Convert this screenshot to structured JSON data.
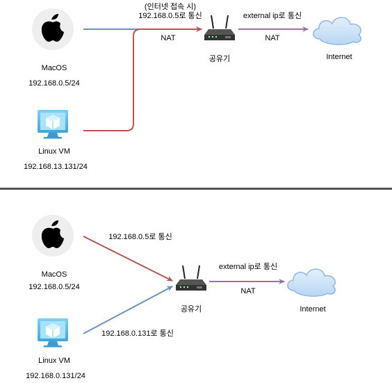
{
  "top": {
    "mac": {
      "icon": "apple-icon",
      "name": "MacOS",
      "ip": "192.168.0.5/24"
    },
    "vm": {
      "icon": "virtual-machine-icon",
      "name": "Linux VM",
      "ip": "192.168.13.131/24"
    },
    "router": {
      "icon": "router-icon",
      "name": "공유기"
    },
    "internet": {
      "icon": "cloud-icon",
      "name": "Internet"
    },
    "label_access": "(인터넷 접속 시)",
    "label_mac_comm": "192.168.0.5로 통신",
    "label_nat_left": "NAT",
    "label_external": "external ip로 통신",
    "label_nat_right": "NAT"
  },
  "bottom": {
    "mac": {
      "icon": "apple-icon",
      "name": "MacOS",
      "ip": "192.168.0.5/24"
    },
    "vm": {
      "icon": "virtual-machine-icon",
      "name": "Linux VM",
      "ip": "192.168.0.131/24"
    },
    "router": {
      "icon": "router-icon",
      "name": "공유기"
    },
    "internet": {
      "icon": "cloud-icon",
      "name": "Internet"
    },
    "label_mac_comm": "192.168.0.5로 통신",
    "label_vm_comm": "192.168.0.131로 통신",
    "label_external": "external ip로 통신",
    "label_nat": "NAT"
  },
  "colors": {
    "blue_line": "#6c8ebf",
    "red_line": "#b85450",
    "purple_line": "#9673a6",
    "divider": "#555555",
    "node_circle": "#eeeeee",
    "cloud_fill": "#cfe3f8",
    "cloud_stroke": "#8fb6e6"
  }
}
